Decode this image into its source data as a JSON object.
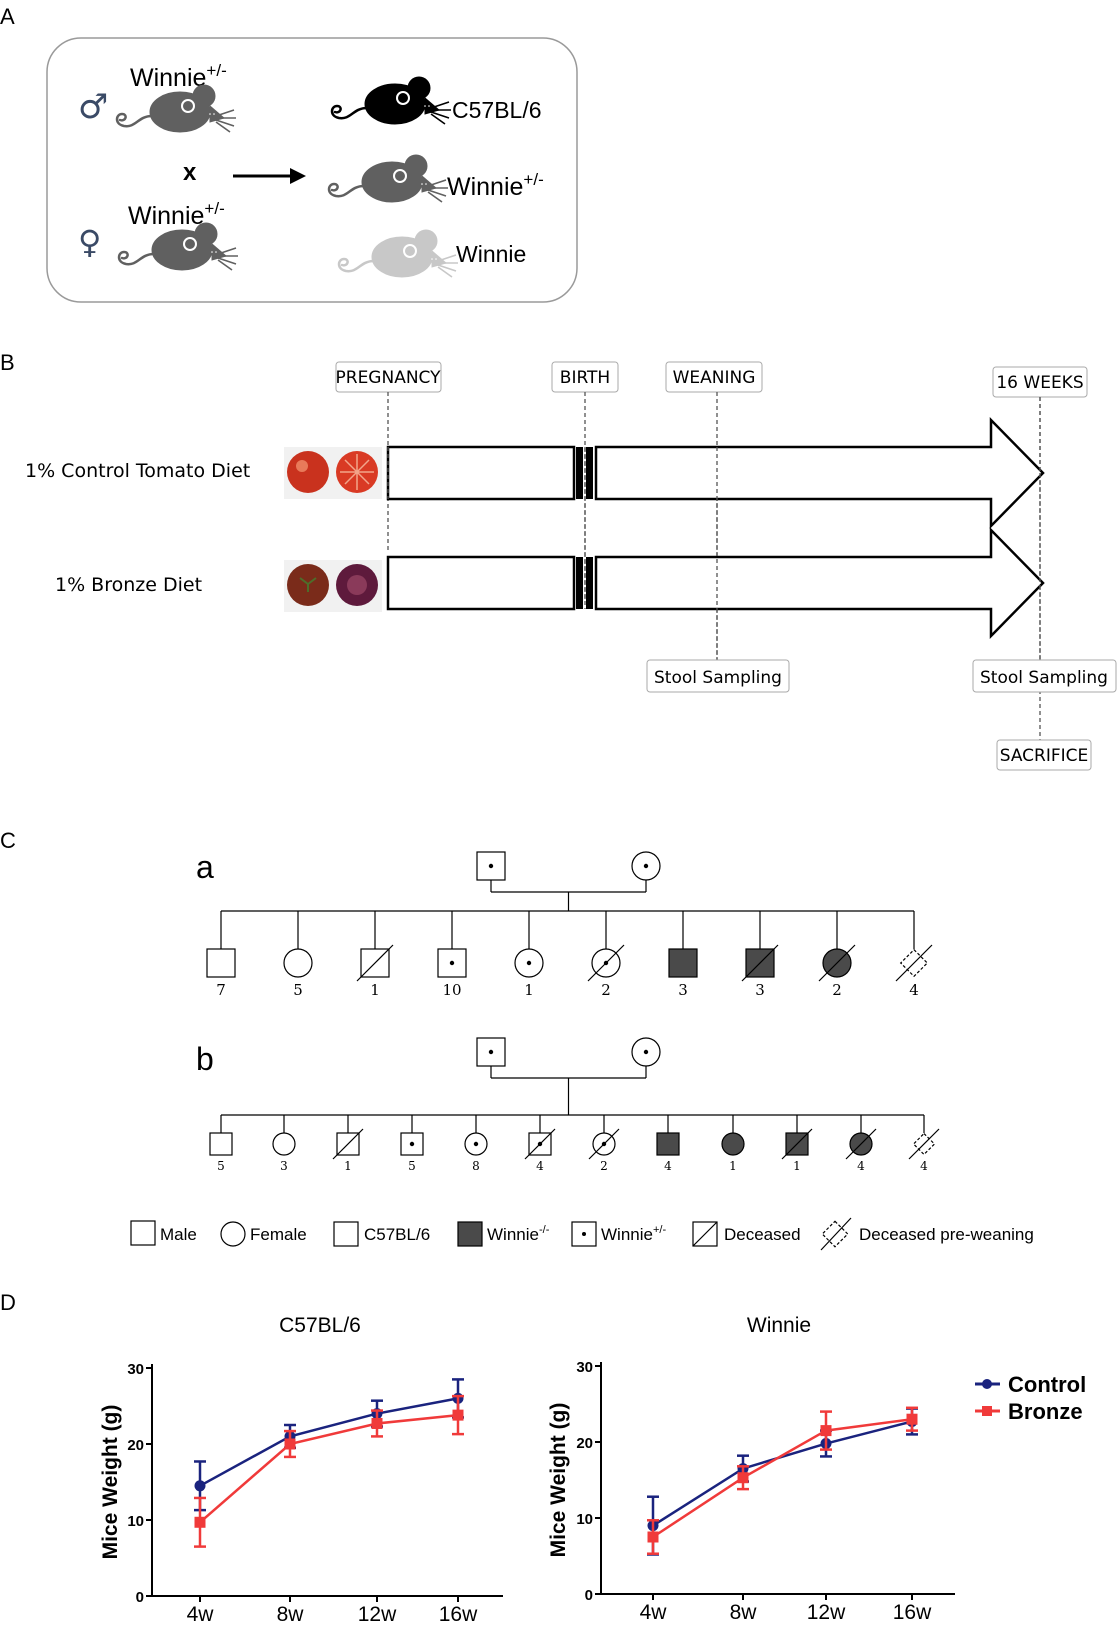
{
  "panels": {
    "a": "A",
    "b": "B",
    "c": "C",
    "d": "D"
  },
  "panel_a": {
    "male_symbol": "♂",
    "female_symbol": "♀",
    "male_parent": "Winnie",
    "female_parent": "Winnie",
    "parent_superscript": "+/-",
    "cross_symbol": "x",
    "offspring": [
      {
        "name": "C57BL/6",
        "sup": "",
        "color": "#000000"
      },
      {
        "name": "Winnie",
        "sup": "+/-",
        "color": "#606060"
      },
      {
        "name": "Winnie",
        "sup": "",
        "color": "#c8c8c8"
      }
    ],
    "parent_color": "#606060"
  },
  "panel_b": {
    "milestones": [
      "PREGNANCY",
      "BIRTH",
      "WEANING",
      "16 WEEKS"
    ],
    "diets": [
      "1% Control Tomato Diet",
      "1% Bronze Diet"
    ],
    "events": [
      "Stool Sampling",
      "Stool Sampling",
      "SACRIFICE"
    ]
  },
  "panel_c": {
    "pedigree_labels": [
      "a",
      "b"
    ],
    "pedigree_a_counts": [
      "7",
      "5",
      "1",
      "10",
      "1",
      "2",
      "3",
      "3",
      "2",
      "4"
    ],
    "pedigree_b_counts": [
      "5",
      "3",
      "1",
      "5",
      "8",
      "4",
      "2",
      "4",
      "1",
      "1",
      "4",
      "4"
    ],
    "legend": [
      "Male",
      "Female",
      "C57BL/6",
      "Winnie",
      "Winnie",
      "Deceased",
      "Deceased pre-weaning"
    ],
    "legend_sup": [
      "",
      "",
      "",
      "-/-",
      "+/-",
      "",
      ""
    ],
    "affected_color": "#4a4a4a"
  },
  "panel_d": {
    "legend": [
      "Control",
      "Bronze"
    ],
    "colors": {
      "control": "#1a237e",
      "bronze": "#f03a3a"
    },
    "chart_data": [
      {
        "type": "line",
        "title": "C57BL/6",
        "ylabel": "Mice Weight (g)",
        "categories": [
          "4w",
          "8w",
          "12w",
          "16w"
        ],
        "ylim": [
          0,
          30
        ],
        "yticks": [
          "0",
          "10",
          "20",
          "30"
        ],
        "series": [
          {
            "name": "Control",
            "values": [
              14.5,
              21,
              24,
              26
            ],
            "errors": [
              3.2,
              1.5,
              1.7,
              2.5
            ]
          },
          {
            "name": "Bronze",
            "values": [
              9.7,
              20,
              22.7,
              23.8
            ],
            "errors": [
              3.2,
              1.7,
              1.7,
              2.5
            ]
          }
        ]
      },
      {
        "type": "line",
        "title": "Winnie",
        "ylabel": "Mice Weight (g)",
        "categories": [
          "4w",
          "8w",
          "12w",
          "16w"
        ],
        "ylim": [
          0,
          30
        ],
        "yticks": [
          "0",
          "10",
          "20",
          "30"
        ],
        "series": [
          {
            "name": "Control",
            "values": [
              9,
              16.5,
              19.8,
              22.7
            ],
            "errors": [
              3.8,
              1.7,
              1.7,
              1.7
            ]
          },
          {
            "name": "Bronze",
            "values": [
              7.5,
              15.3,
              21.5,
              23
            ],
            "errors": [
              2.2,
              1.5,
              2.5,
              1.5
            ]
          }
        ]
      }
    ]
  }
}
